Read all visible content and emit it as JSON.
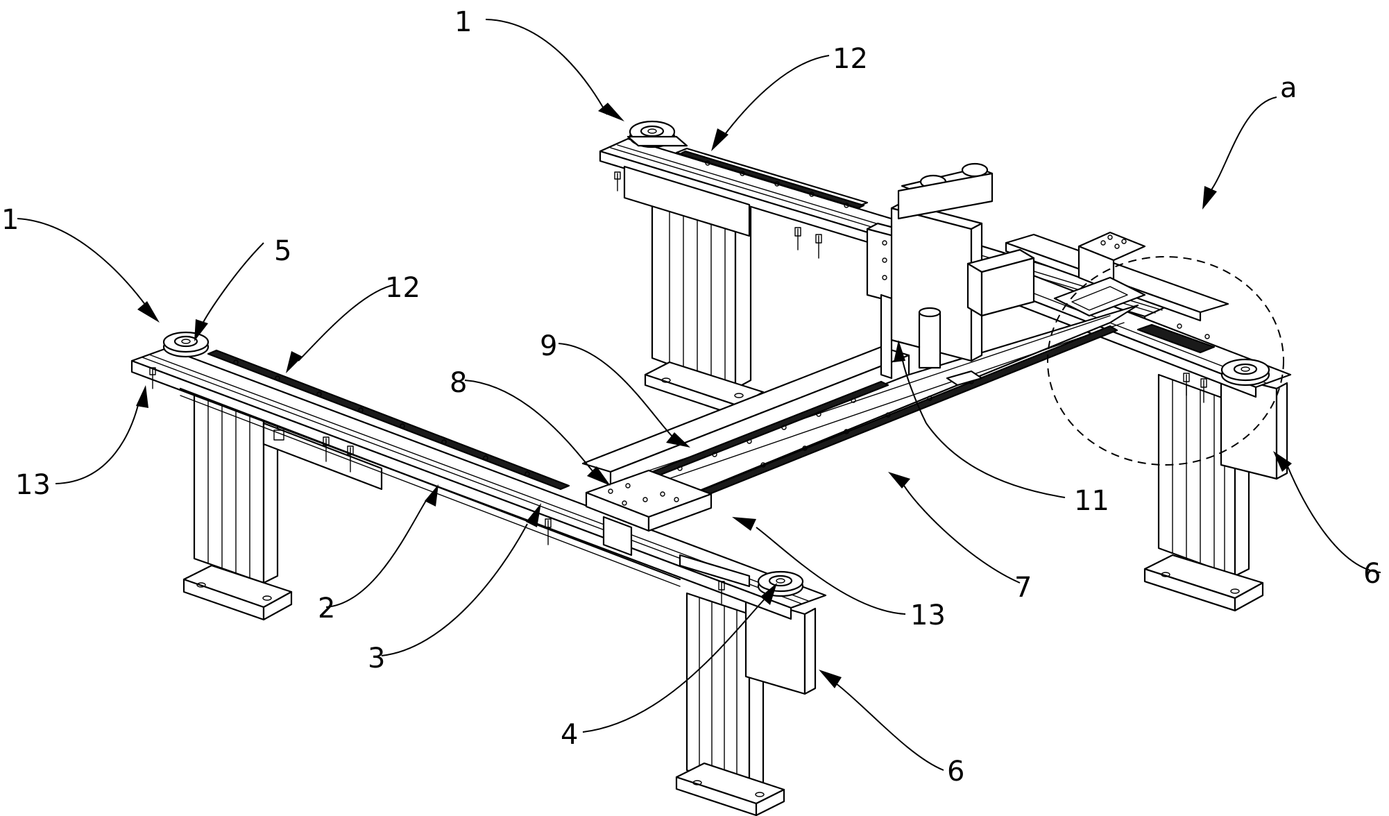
{
  "figure": {
    "description_labels": {
      "label_1_top": "1",
      "label_12_top": "12",
      "label_a": "a",
      "label_1_left": "1",
      "label_5": "5",
      "label_12_left": "12",
      "label_13_left": "13",
      "label_9": "9",
      "label_8": "8",
      "label_11": "11",
      "label_2": "2",
      "label_3": "3",
      "label_7": "7",
      "label_13_mid": "13",
      "label_6_right": "6",
      "label_4": "4",
      "label_6_bottom": "6"
    }
  },
  "colors": {
    "line": "#000000",
    "background": "#ffffff"
  }
}
